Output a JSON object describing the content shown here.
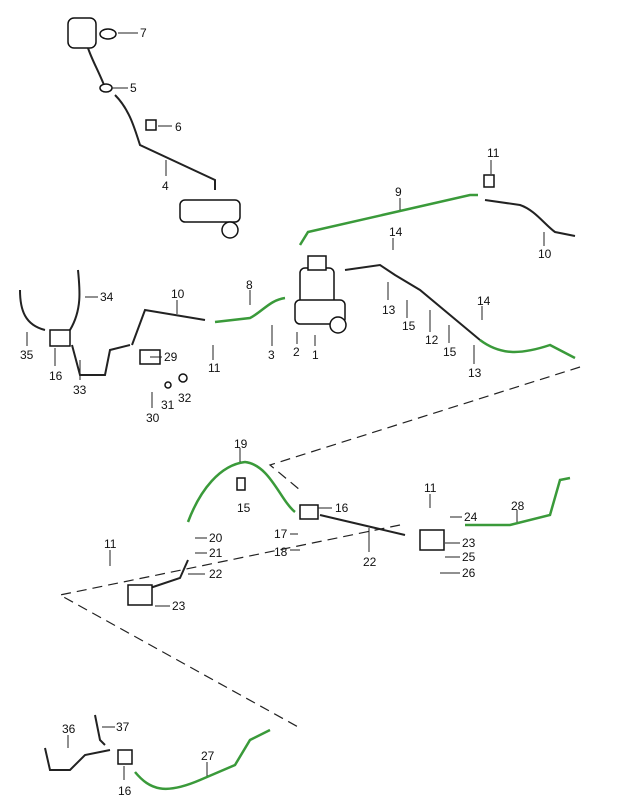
{
  "labels": [
    "7",
    "5",
    "6",
    "4",
    "11",
    "9",
    "10",
    "14",
    "34",
    "10",
    "8",
    "13",
    "15",
    "12",
    "15",
    "14",
    "13",
    "35",
    "16",
    "33",
    "29",
    "11",
    "3",
    "2",
    "1",
    "32",
    "31",
    "30",
    "19",
    "15",
    "16",
    "11",
    "24",
    "28",
    "20",
    "17",
    "23",
    "21",
    "18",
    "22",
    "25",
    "22",
    "26",
    "11",
    "23",
    "37",
    "36",
    "16",
    "27"
  ],
  "colors": {
    "brake_line_highlight": "#3a9a3a",
    "line": "#222222"
  }
}
